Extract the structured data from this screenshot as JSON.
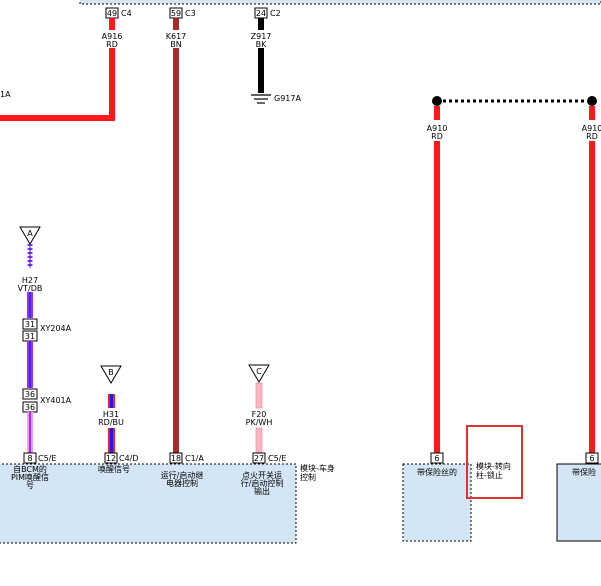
{
  "top_connectors": [
    {
      "pin": "49",
      "conn": "C4",
      "code": "A916",
      "color": "RD"
    },
    {
      "pin": "59",
      "conn": "C3",
      "code": "K617",
      "color": "BN"
    },
    {
      "pin": "24",
      "conn": "C2",
      "code": "Z917",
      "color": "BK"
    }
  ],
  "ground": {
    "label": "G917A"
  },
  "left_edge_label": "1A",
  "splice": {
    "a": {
      "letter": "A",
      "code": "H27",
      "color": "VT/DB"
    },
    "b": {
      "letter": "B",
      "code": "H31",
      "color": "RD/BU"
    },
    "c": {
      "letter": "C",
      "code": "F20",
      "color": "PK/WH"
    }
  },
  "inline_connectors": [
    {
      "pin": "31",
      "name": "XY204A"
    },
    {
      "pin": "36",
      "name": "XY401A"
    }
  ],
  "bcm_pins": [
    {
      "pin": "8",
      "conn": "C5/E",
      "func": "自BCM的PIM唤醒信号"
    },
    {
      "pin": "12",
      "conn": "C4/D",
      "func": "唤醒信号"
    },
    {
      "pin": "18",
      "conn": "C1/A",
      "func": "运行/启动继电器控制"
    },
    {
      "pin": "27",
      "conn": "C5/E",
      "func": "点火开关运行/启动控制输出"
    }
  ],
  "bcm_module": "模块-车身控制",
  "right": {
    "wire_code": "A910",
    "wire_color": "RD",
    "pin": "6",
    "fused_label": "带保险丝的",
    "fused_label_cut": "带保险",
    "module_name": "模块-转向柱-锁止"
  },
  "colors": {
    "red": "#ff1a1a",
    "brown": "#a52a2a",
    "black": "#000000",
    "violet": "#9b30ff",
    "blue": "#1a1aff",
    "pink": "#ffb6c1",
    "module_fill": "#d4e6f5",
    "highlight": "#dd3333"
  }
}
